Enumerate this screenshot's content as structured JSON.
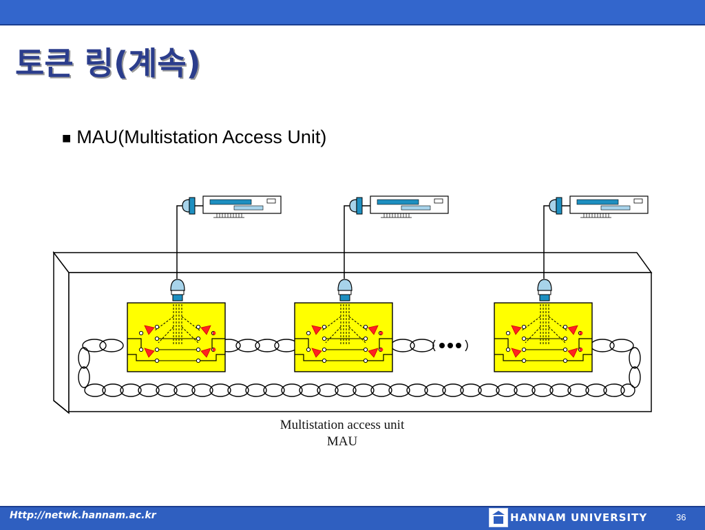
{
  "slide": {
    "title": "토큰 링(계속)",
    "bullet_marker": "■",
    "bullet_text": "MAU(Multistation Access Unit)"
  },
  "diagram": {
    "caption_line1": "Multistation access unit",
    "caption_line2": "MAU",
    "stations": [
      "station-1",
      "station-2",
      "station-3"
    ],
    "colors": {
      "mau_box": "#ffff00",
      "arrow": "#ff2222",
      "connector": "#a7d3ea",
      "connector_dark": "#1e8fc0"
    }
  },
  "footer": {
    "url": "Http://netwk.hannam.ac.kr",
    "university": "HANNAM UNIVERSITY",
    "page_number": "36"
  }
}
